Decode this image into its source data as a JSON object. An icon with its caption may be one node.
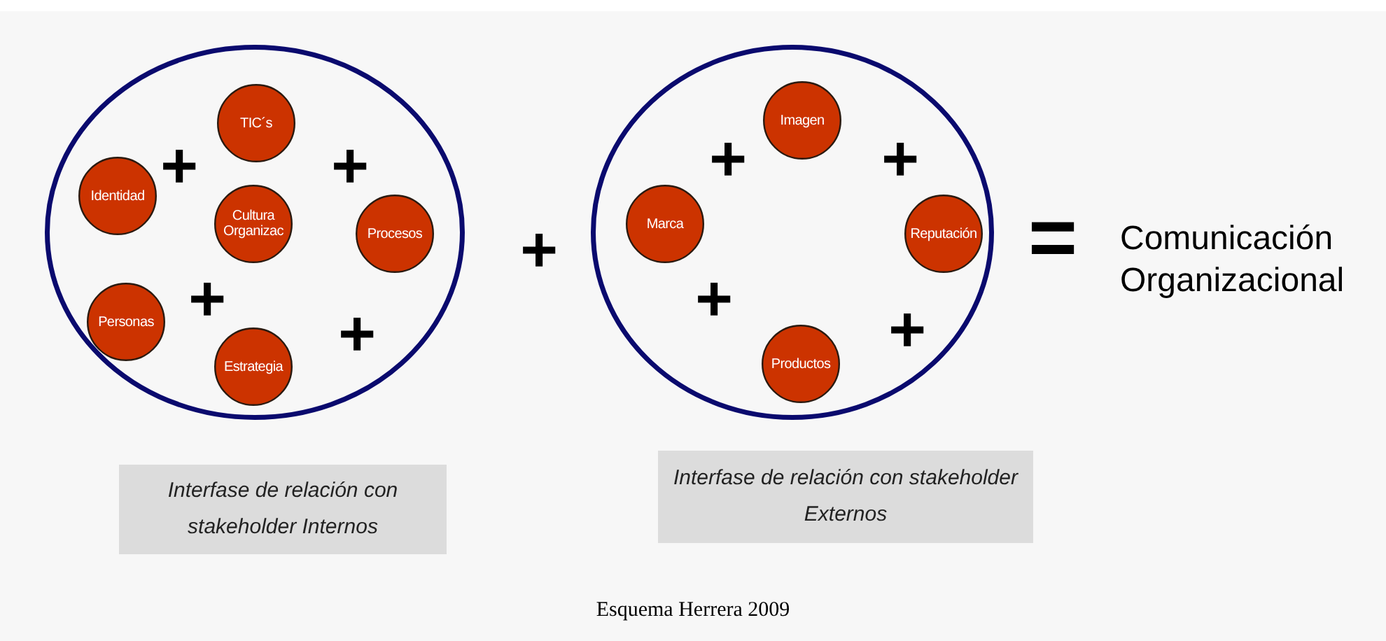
{
  "diagram": {
    "caption": "Esquema Herrera 2009",
    "nodes": [
      {
        "text": [],
        "shape": "circle"
      },
      {
        "text": [
          "TIC´s"
        ],
        "in": 0
      },
      {
        "text": [
          "Identidad"
        ],
        "in": 0
      },
      {
        "text": [
          "Cultura Organizac"
        ],
        "in": 0
      },
      {
        "text": [
          "Procesos"
        ],
        "in": 0
      },
      {
        "text": [
          "Personas"
        ],
        "in": 0
      },
      {
        "text": [
          "Estrategia"
        ],
        "in": 0
      },
      {
        "text": [],
        "shape": "circle"
      },
      {
        "text": [
          "Imagen"
        ],
        "in": 7
      },
      {
        "text": [
          "Marca"
        ],
        "in": 7
      },
      {
        "text": [
          "Reputación"
        ],
        "in": 7
      },
      {
        "text": [
          "Productos"
        ],
        "in": 7
      },
      {
        "text": [
          "Interfase de relación con stakeholder Internos"
        ]
      },
      {
        "text": [
          "Interfase de relación con stakeholder Externos"
        ]
      }
    ],
    "labels": [
      "+",
      "+",
      "+",
      "+",
      "+",
      "+",
      "+",
      "+",
      "+",
      "=",
      "Comunicación Organizacional"
    ]
  }
}
